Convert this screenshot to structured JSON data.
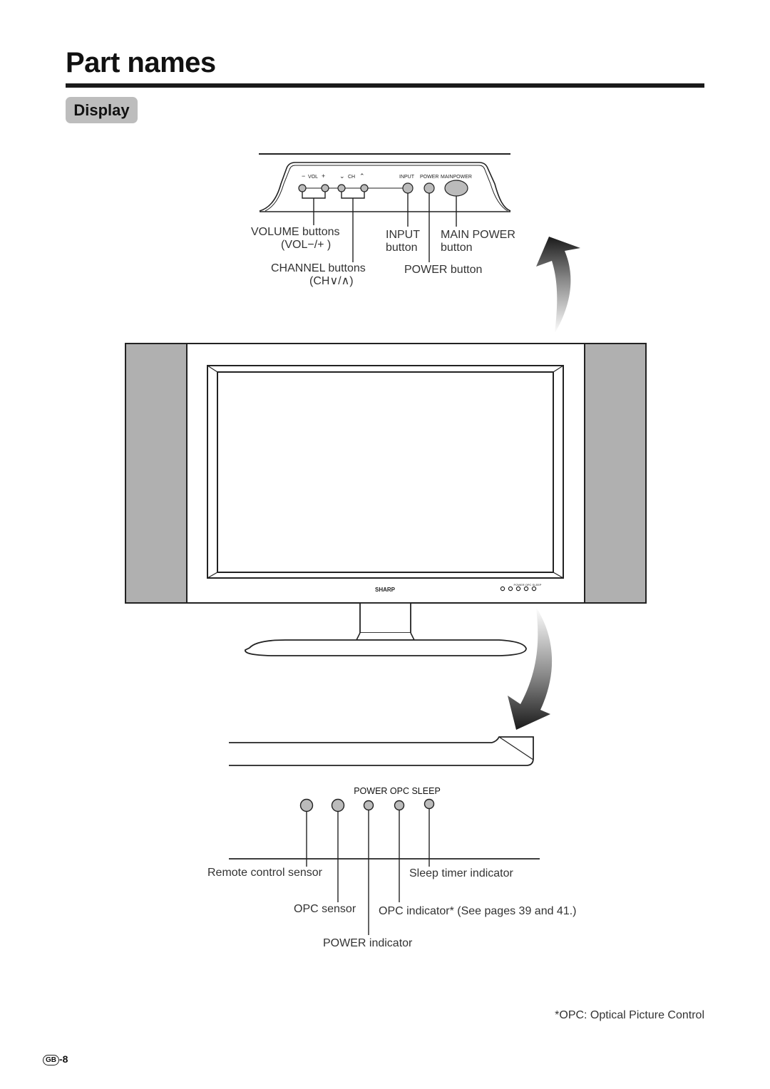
{
  "page": {
    "title": "Part names",
    "section": "Display",
    "footnote": "*OPC: Optical Picture Control",
    "page_region": "GB",
    "page_number": "-8"
  },
  "top_panel": {
    "printed": {
      "vol": "VOL",
      "ch": "CH",
      "input": "INPUT",
      "power": "POWER",
      "mainpower": "MAINPOWER"
    },
    "labels": {
      "volume_line1": "VOLUME buttons",
      "volume_line2": "(VOL−/+ )",
      "channel_line1": "CHANNEL buttons",
      "channel_line2": "(CH∨/∧)",
      "input_line1": "INPUT",
      "input_line2": "button",
      "main_power_line1": "MAIN POWER",
      "main_power_line2": "button",
      "power_button": "POWER button"
    }
  },
  "tv": {
    "brand": "SHARP",
    "indicator_text": "POWER OPC SLEEP"
  },
  "bottom_panel": {
    "indicator_heading": "POWER OPC SLEEP",
    "labels": {
      "remote_sensor": "Remote control sensor",
      "sleep_indicator": "Sleep timer indicator",
      "opc_sensor": "OPC sensor",
      "opc_indicator": "OPC indicator* (See pages 39 and 41.)",
      "power_indicator": "POWER indicator"
    }
  }
}
